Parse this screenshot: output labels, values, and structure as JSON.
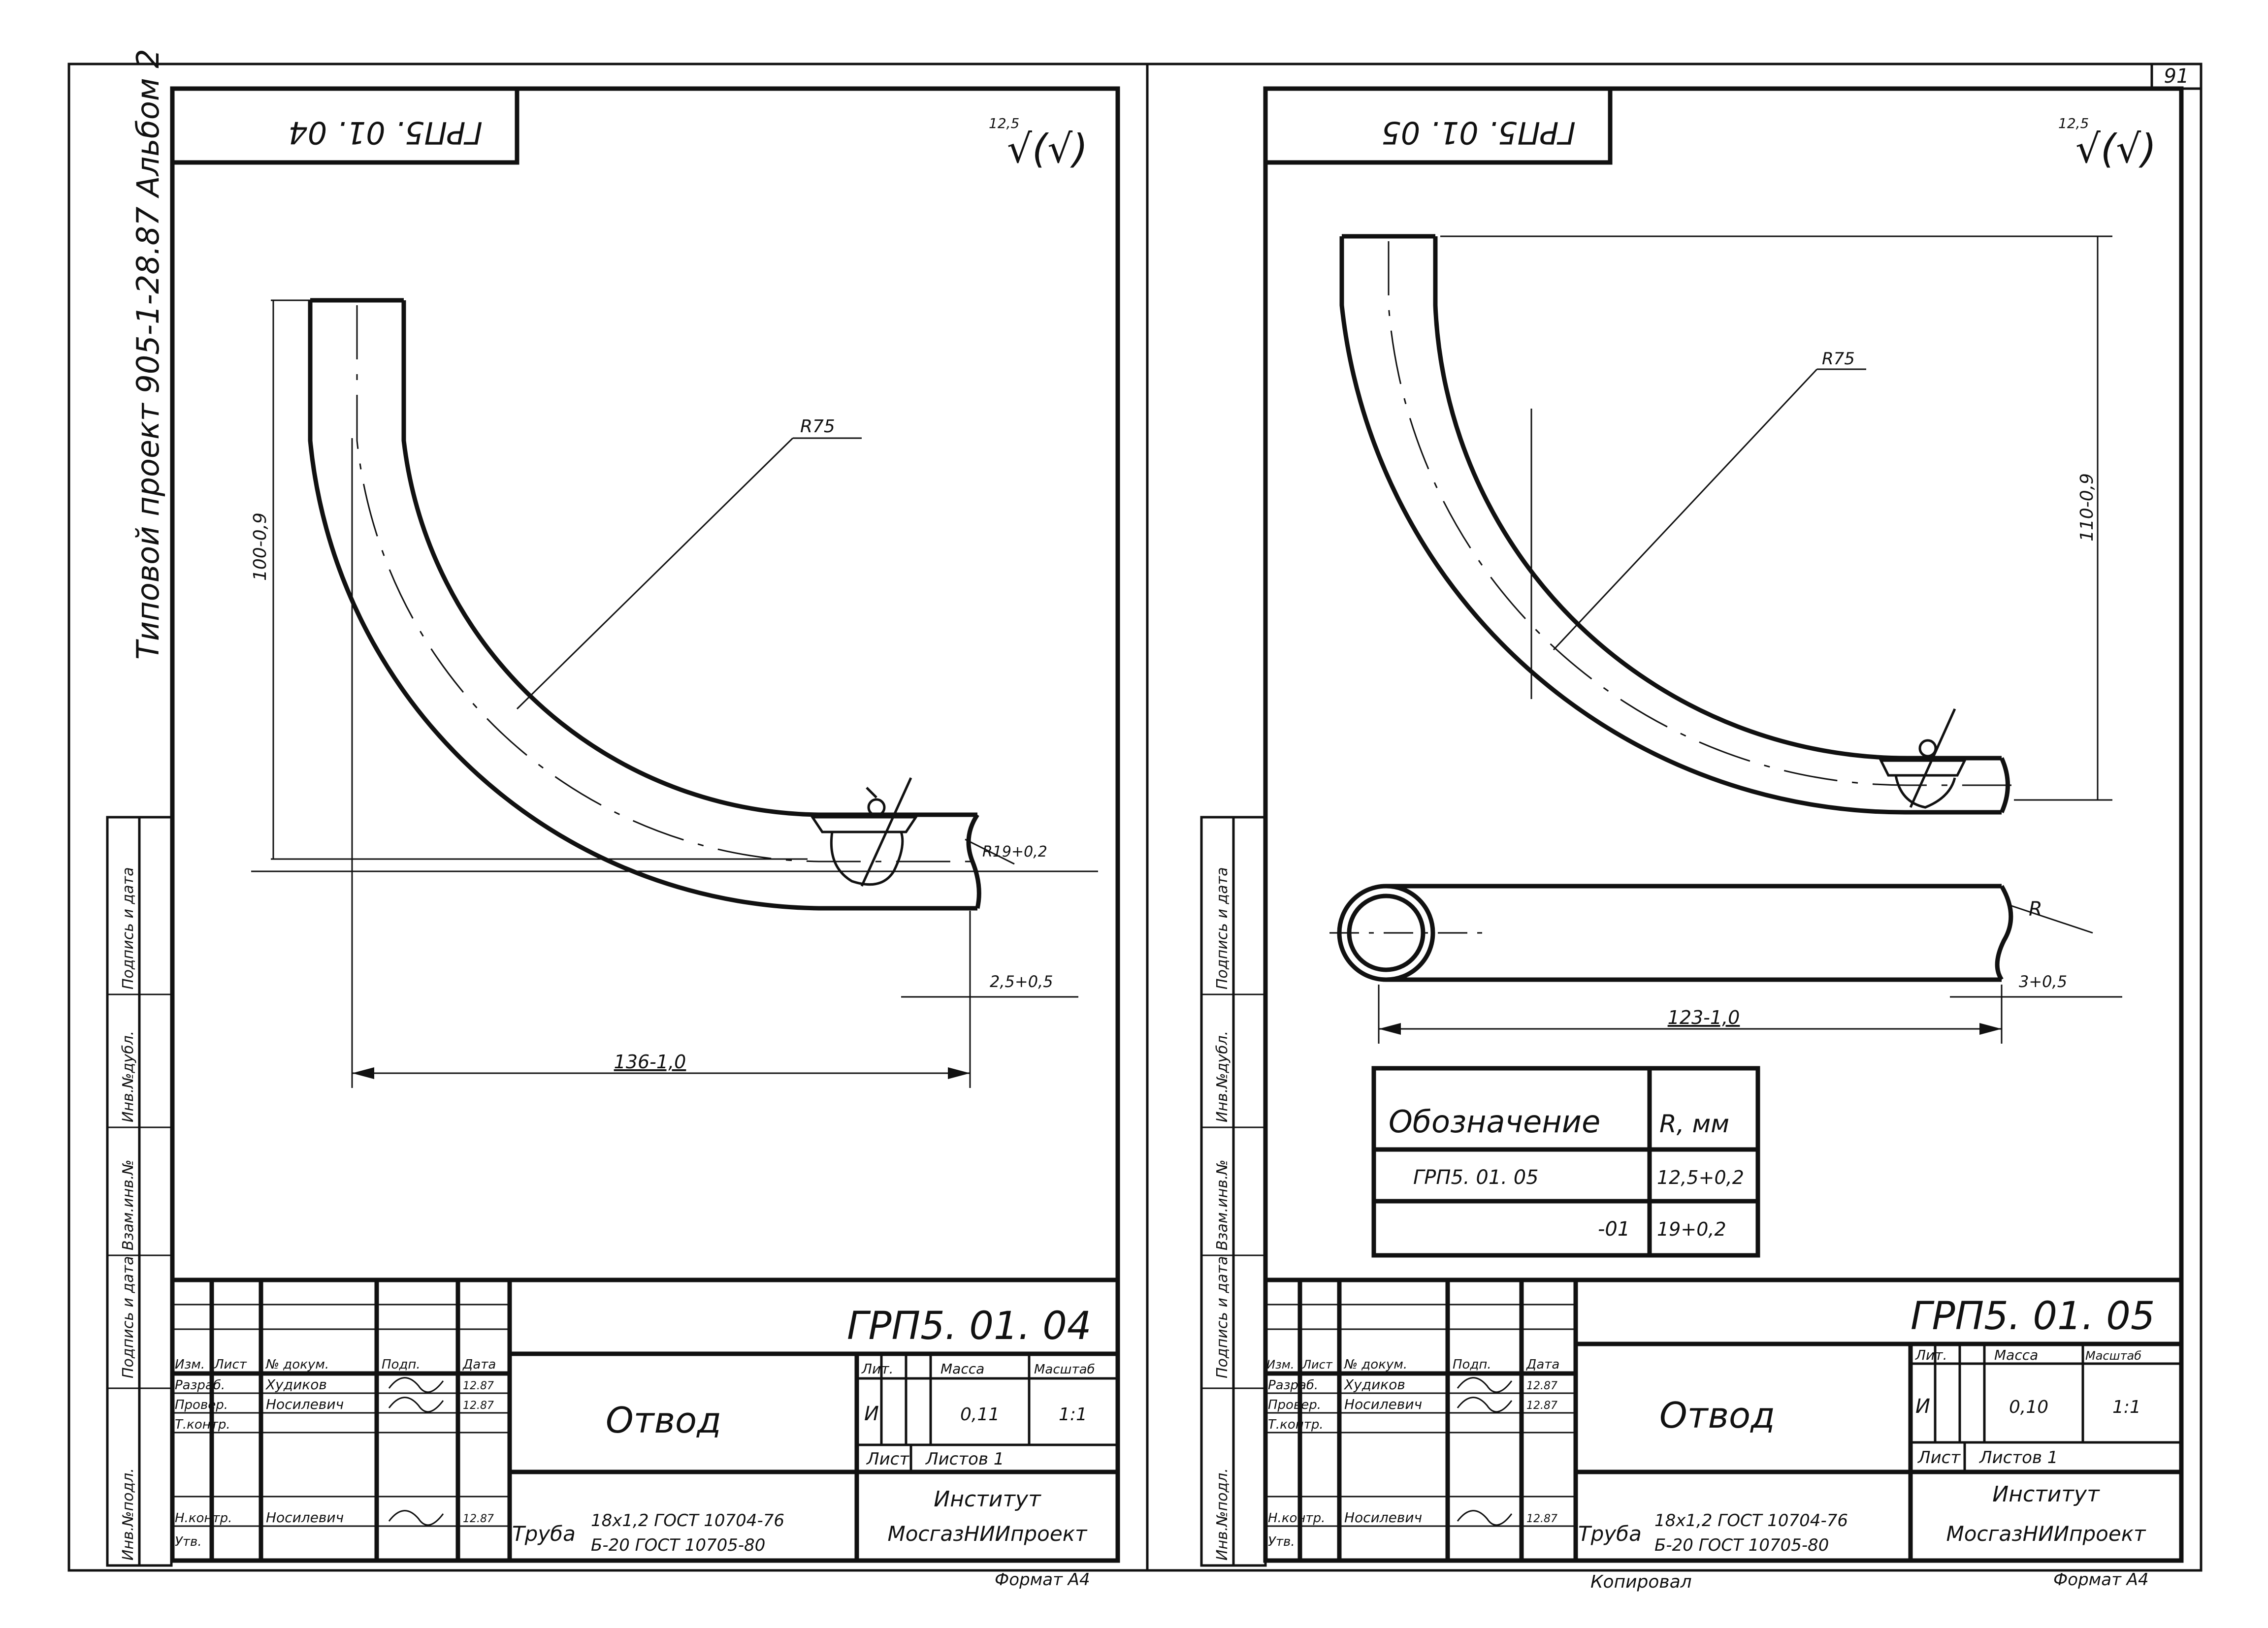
{
  "album_label": "Типовой проект 905-1-28.87 Альбом 2",
  "page_number": "91",
  "copied_label": "Копировал",
  "side_stamp": [
    "Инв.№подл.",
    "Подпись и дата",
    "Взам.инв.№",
    "Инв.№дубл.",
    "Подпись и дата"
  ],
  "sheets": [
    {
      "top_code": "ГРП5. 01. 04",
      "roughness_value": "12,5",
      "roughness_symbol": "√(√)",
      "dims": {
        "radius": "R75",
        "height": "100-0,9",
        "length": "136-1,0",
        "chamfer": "2,5+0,5",
        "weld_radius": "R19+0,2"
      },
      "title_block": {
        "code": "ГРП5. 01. 04",
        "name": "Отвод",
        "headers": [
          "Изм.",
          "Лист",
          "№ докум.",
          "Подп.",
          "Дата"
        ],
        "roles": [
          "Разраб.",
          "Провер.",
          "Т.контр.",
          "",
          "Н.контр.",
          "Утв."
        ],
        "names": [
          "Худиков",
          "Носилевич",
          "",
          "",
          "Носилевич",
          ""
        ],
        "dates": [
          "12.87",
          "12.87",
          "",
          "",
          "12.87",
          ""
        ],
        "lit_label": "Лит.",
        "mass_label": "Масса",
        "scale_label": "Масштаб",
        "lit_value": "И",
        "mass_value": "0,11",
        "scale_value": "1:1",
        "sheet_label": "Лист",
        "sheets_label": "Листов 1",
        "material_prefix": "Труба",
        "material_line1": "18x1,2 ГОСТ 10704-76",
        "material_line2": "Б-20 ГОСТ 10705-80",
        "org_line1": "Институт",
        "org_line2": "МосгазНИИпроект",
        "format": "Формат А4"
      }
    },
    {
      "top_code": "ГРП5. 01. 05",
      "roughness_value": "12,5",
      "roughness_symbol": "√(√)",
      "dims": {
        "radius": "R75",
        "height": "110-0,9",
        "length": "123-1,0",
        "chamfer": "3+0,5",
        "r_label": "R"
      },
      "table": {
        "headers": [
          "Обозначение",
          "R, мм"
        ],
        "rows": [
          [
            "ГРП5. 01. 05",
            "12,5+0,2"
          ],
          [
            "-01",
            "19+0,2"
          ]
        ]
      },
      "title_block": {
        "code": "ГРП5. 01. 05",
        "name": "Отвод",
        "headers": [
          "Изм.",
          "Лист",
          "№ докум.",
          "Подп.",
          "Дата"
        ],
        "roles": [
          "Разраб.",
          "Провер.",
          "Т.контр.",
          "",
          "Н.контр.",
          "Утв."
        ],
        "names": [
          "Худиков",
          "Носилевич",
          "",
          "",
          "Носилевич",
          ""
        ],
        "dates": [
          "12.87",
          "12.87",
          "",
          "",
          "12.87",
          ""
        ],
        "lit_label": "Лит.",
        "mass_label": "Масса",
        "scale_label": "Масштаб",
        "lit_value": "И",
        "mass_value": "0,10",
        "scale_value": "1:1",
        "sheet_label": "Лист",
        "sheets_label": "Листов 1",
        "material_prefix": "Труба",
        "material_line1": "18x1,2 ГОСТ 10704-76",
        "material_line2": "Б-20 ГОСТ 10705-80",
        "org_line1": "Институт",
        "org_line2": "МосгазНИИпроект",
        "format": "Формат А4"
      }
    }
  ]
}
